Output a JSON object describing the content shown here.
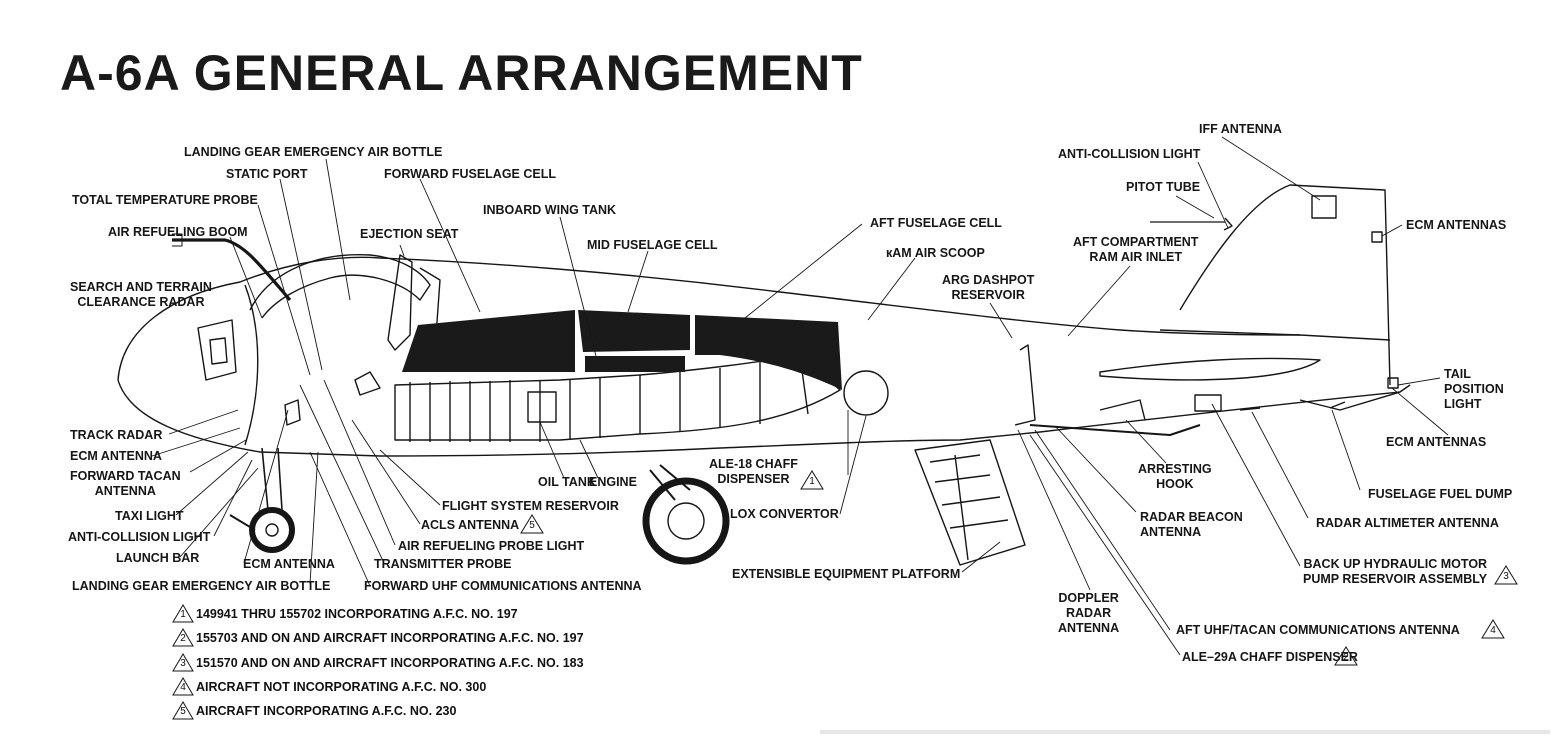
{
  "title": "A-6A GENERAL ARRANGEMENT",
  "labels": {
    "landing_gear_emergency_air_bottle_top": "LANDING GEAR EMERGENCY AIR BOTTLE",
    "static_port": "STATIC PORT",
    "forward_fuselage_cell": "FORWARD FUSELAGE CELL",
    "total_temperature_probe": "TOTAL TEMPERATURE PROBE",
    "inboard_wing_tank": "INBOARD WING TANK",
    "air_refueling_boom": "AIR REFUELING BOOM",
    "ejection_seat": "EJECTION SEAT",
    "mid_fuselage_cell": "MID FUSELAGE CELL",
    "aft_fuselage_cell": "AFT FUSELAGE CELL",
    "ram_air_scoop": "кAM AIR SCOOP",
    "search_radar": "SEARCH AND TERRAIN\nCLEARANCE RADAR",
    "arg_dashpot": "ARG DASHPOT\nRESERVOIR",
    "aft_compartment": "AFT COMPARTMENT\nRAM AIR INLET",
    "iff_antenna": "IFF ANTENNA",
    "anti_collision_light_top": "ANTI-COLLISION LIGHT",
    "pitot_tube": "PITOT TUBE",
    "ecm_antennas_top": "ECM ANTENNAS",
    "tail_position_light": "TAIL\nPOSITION\nLIGHT",
    "ecm_antennas_right": "ECM ANTENNAS",
    "fuselage_fuel_dump": "FUSELAGE FUEL DUMP",
    "radar_altimeter_antenna": "RADAR ALTIMETER ANTENNA",
    "back_up_hydraulic": "BACK UP HYDRAULIC MOTOR\nPUMP RESERVOIR ASSEMBLY",
    "arresting_hook": "ARRESTING\nHOOK",
    "radar_beacon_antenna": "RADAR BEACON\nANTENNA",
    "aft_uhf_tacan": "AFT UHF/TACAN COMMUNICATIONS ANTENNA",
    "ale29a": "ALE–29A CHAFF DISPENSER",
    "doppler_radar_antenna": "DOPPLER\nRADAR\nANTENNA",
    "extensible_equipment_platform": "EXTENSIBLE EQUIPMENT PLATFORM",
    "lox_convertor": "LOX CONVERTOR",
    "ale18": "ALE-18 CHAFF\nDISPENSER",
    "oil_tank": "OIL TANK",
    "engine": "ENGINE",
    "flight_system_reservoir": "FLIGHT SYSTEM RESERVOIR",
    "acls_antenna": "ACLS ANTENNA",
    "air_refueling_probe_light": "AIR REFUELING PROBE LIGHT",
    "transmitter_probe": "TRANSMITTER PROBE",
    "forward_uhf": "FORWARD UHF COMMUNICATIONS ANTENNA",
    "track_radar": "TRACK RADAR",
    "ecm_antenna_left": "ECM ANTENNA",
    "forward_tacan_antenna": "FORWARD TACAN\nANTENNA",
    "taxi_light": "TAXI LIGHT",
    "anti_collision_light_left": "ANTI-COLLISION LIGHT",
    "launch_bar": "LAUNCH BAR",
    "ecm_antenna_bottom": "ECM ANTENNA",
    "landing_gear_emergency_air_bottle_bottom": "LANDING GEAR EMERGENCY AIR BOTTLE"
  },
  "badges": {
    "ale18": "1",
    "acls": "5",
    "back_up": "3",
    "aft_uhf": "4",
    "ale29a": "2"
  },
  "notes": [
    {
      "num": "1",
      "text": "149941 THRU 155702 INCORPORATING A.F.C. NO. 197"
    },
    {
      "num": "2",
      "text": "155703 AND ON AND AIRCRAFT INCORPORATING A.F.C. NO. 197"
    },
    {
      "num": "3",
      "text": "151570 AND ON AND AIRCRAFT INCORPORATING A.F.C. NO. 183"
    },
    {
      "num": "4",
      "text": "AIRCRAFT NOT INCORPORATING A.F.C. NO. 300"
    },
    {
      "num": "5",
      "text": "AIRCRAFT INCORPORATING A.F.C. NO. 230"
    }
  ],
  "colors": {
    "ink": "#161616",
    "fuel_cell": "#1a1a1a",
    "paper": "#ffffff"
  }
}
